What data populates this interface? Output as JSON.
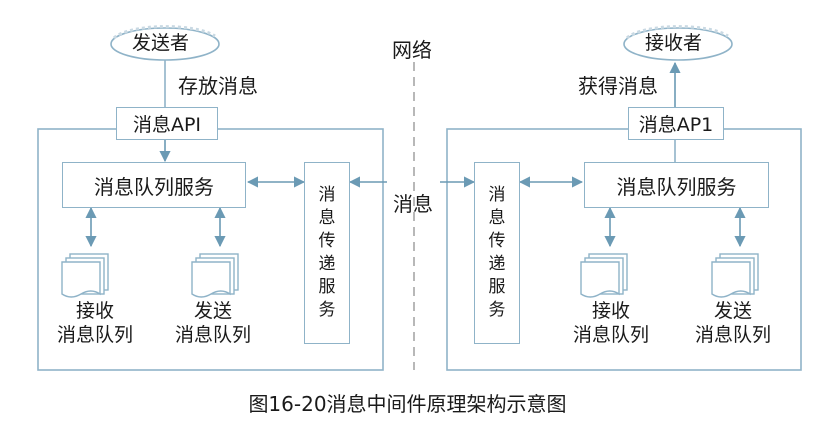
{
  "colors": {
    "line": "#8fb3c8",
    "arrow": "#6b9ab4",
    "text": "#1a1a1a",
    "background": "#ffffff"
  },
  "left": {
    "actor": "发送者",
    "action": "存放消息",
    "api": "消息API",
    "queue_service": "消息队列服务",
    "delivery_service": [
      "消",
      "息",
      "传",
      "递",
      "服",
      "务"
    ],
    "queue1": [
      "接收",
      "消息队列"
    ],
    "queue2": [
      "发送",
      "消息队列"
    ]
  },
  "right": {
    "actor": "接收者",
    "action": "获得消息",
    "api": "消息AP1",
    "queue_service": "消息队列服务",
    "delivery_service": [
      "消",
      "息",
      "传",
      "递",
      "服",
      "务"
    ],
    "queue1": [
      "接收",
      "消息队列"
    ],
    "queue2": [
      "发送",
      "消息队列"
    ]
  },
  "network": "网络",
  "message": "消息",
  "caption": "图16-20消息中间件原理架构示意图"
}
